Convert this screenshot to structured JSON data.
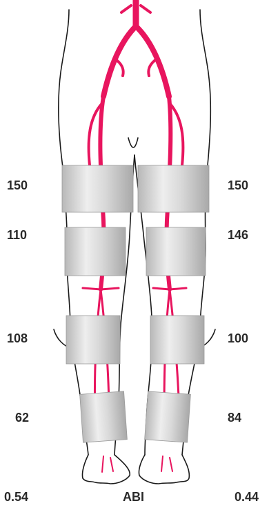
{
  "colors": {
    "artery": "#e8155e",
    "outline": "#1a1a1a",
    "cuff_light": "#f2f2f2",
    "cuff_dark": "#b5b5b5",
    "text": "#2a2a2a"
  },
  "pressures": {
    "left": {
      "high_thigh": "150",
      "above_knee": "110",
      "below_knee": "108",
      "ankle": "62"
    },
    "right": {
      "high_thigh": "150",
      "above_knee": "146",
      "below_knee": "100",
      "ankle": "84"
    }
  },
  "abi": {
    "label": "ABI",
    "left": "0.54",
    "right": "0.44"
  }
}
